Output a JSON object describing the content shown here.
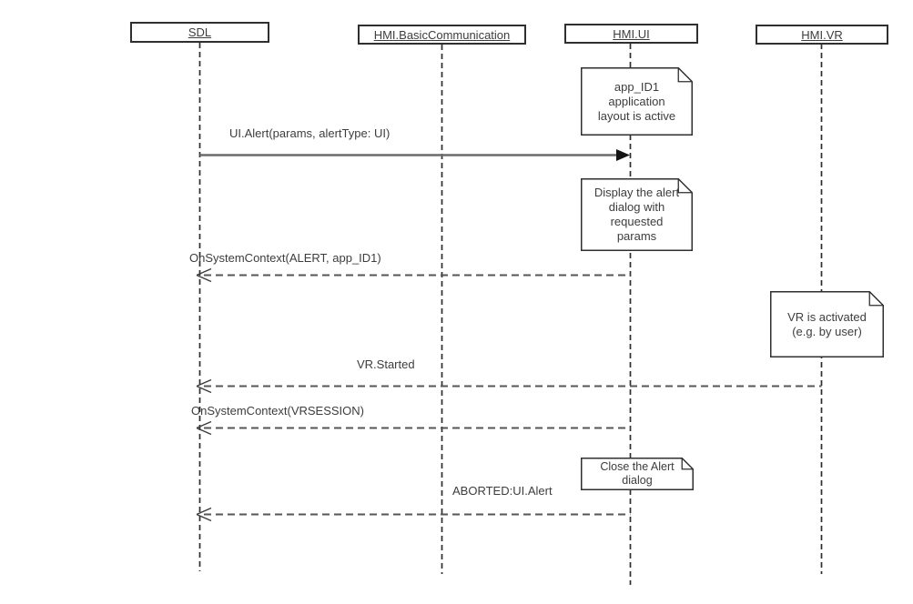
{
  "diagram": {
    "kind": "uml-sequence-diagram",
    "background_color": "#ffffff",
    "line_color": "#565656",
    "text_color": "#3d3d3d",
    "border_color": "#2f2f2f"
  },
  "lifelines": [
    {
      "name": "SDL"
    },
    {
      "name": "HMI.BasicCommunication"
    },
    {
      "name": "HMI.UI"
    },
    {
      "name": "HMI.VR"
    }
  ],
  "notes": [
    {
      "text": "app_ID1\napplication\nlayout is active",
      "anchor": "HMI.UI"
    },
    {
      "text": "Display the alert\ndialog with\nrequested\nparams",
      "anchor": "HMI.UI"
    },
    {
      "text": "VR is activated\n(e.g. by user)",
      "anchor": "HMI.VR"
    },
    {
      "text": "Close the Alert\ndialog",
      "anchor": "HMI.UI"
    }
  ],
  "messages": [
    {
      "label": "UI.Alert(params, alertType: UI)",
      "from": "SDL",
      "to": "HMI.UI",
      "line": "solid",
      "arrowhead": "filled"
    },
    {
      "label": "OnSystemContext(ALERT, app_ID1)",
      "from": "HMI.UI",
      "to": "SDL",
      "line": "dashed",
      "arrowhead": "open"
    },
    {
      "label": "VR.Started",
      "from": "HMI.VR",
      "to": "SDL",
      "line": "dashed",
      "arrowhead": "open"
    },
    {
      "label": "OnSystemContext(VRSESSION)",
      "from": "HMI.UI",
      "to": "SDL",
      "line": "dashed",
      "arrowhead": "open"
    },
    {
      "label": "ABORTED:UI.Alert",
      "from": "HMI.UI",
      "to": "SDL",
      "line": "dashed",
      "arrowhead": "open"
    }
  ]
}
